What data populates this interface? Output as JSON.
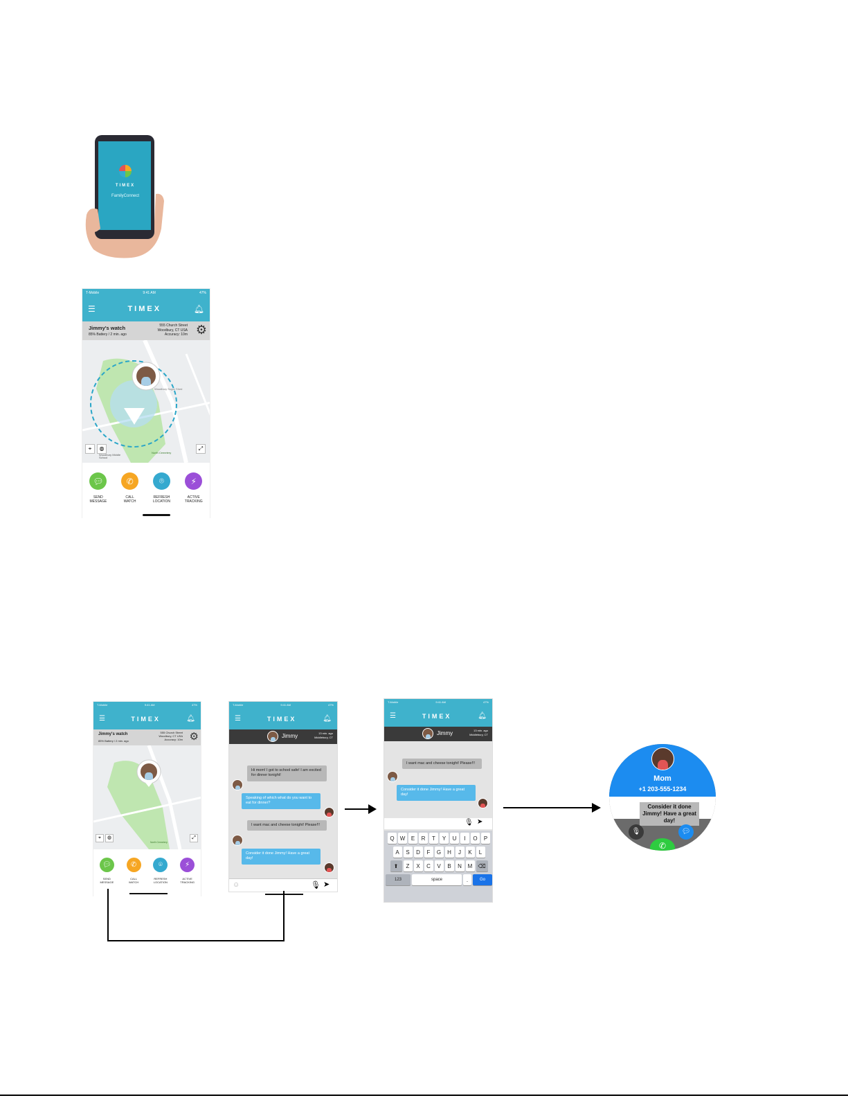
{
  "splash": {
    "brand": "TIMEX",
    "subtitle": "FamilyConnect"
  },
  "status": {
    "carrier": "T-Mobile",
    "time": "9:41 AM",
    "battery": "47%"
  },
  "header": {
    "brand": "TIMEX"
  },
  "watch": {
    "name": "Jimmy's watch",
    "battery_line": "85% Battery / 2 min. ago",
    "address_1": "555 Church Street",
    "address_2": "Woodbury, CT USA",
    "accuracy": "Accuracy: 10m"
  },
  "map_labels": {
    "school": "Woodbury Middle School",
    "cemetery": "North Cemetery",
    "shop": "Woodbury Sugar Shed"
  },
  "actions": [
    {
      "l1": "SEND",
      "l2": "MESSAGE",
      "color": "#6cc64a"
    },
    {
      "l1": "CALL",
      "l2": "WATCH",
      "color": "#f6a623"
    },
    {
      "l1": "REFRESH",
      "l2": "LOCATION",
      "color": "#35a9cf"
    },
    {
      "l1": "ACTIVE",
      "l2": "TRACKING",
      "color": "#9b4fd8"
    }
  ],
  "chat": {
    "contact": "Jimmy",
    "last_seen": "13 min. ago",
    "location": "Middlebury, CT",
    "messages": [
      "Hi mom! I got to school safe! I am excited for dinner tonight!",
      "Speaking of which what do you want to eat for dinner?",
      "I want mac and cheese tonight! Please!!!",
      "Consider it done Jimmy! Have a great day!"
    ]
  },
  "keyboard": {
    "row1": [
      "Q",
      "W",
      "E",
      "R",
      "T",
      "Y",
      "U",
      "I",
      "O",
      "P"
    ],
    "row2": [
      "A",
      "S",
      "D",
      "F",
      "G",
      "H",
      "J",
      "K",
      "L"
    ],
    "row3": [
      "Z",
      "X",
      "C",
      "V",
      "B",
      "N",
      "M"
    ],
    "num": "123",
    "space": "space",
    "go": "Go"
  },
  "watchface": {
    "name": "Mom",
    "number": "+1 203-555-1234",
    "message": "Consider it done Jimmy! Have a great day!"
  },
  "colors": {
    "teal": "#3fb2cc",
    "watch_blue": "#1c8cf0",
    "bubble_blue": "#57b9ea"
  }
}
